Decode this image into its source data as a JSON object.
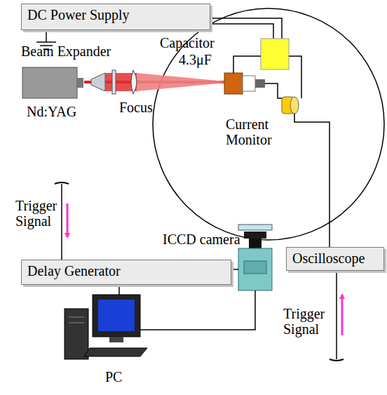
{
  "diagram": {
    "nodes": [
      {
        "text": [
          "DC Power Supply"
        ]
      },
      {
        "text": [
          "Delay Generator"
        ]
      },
      {
        "text": [
          "Oscilloscope"
        ]
      }
    ],
    "labels": [
      "Beam Expander",
      "Nd:YAG",
      "Focus",
      "Capacitor",
      "4.3μF",
      "Current Monitor",
      "Trigger Signal",
      "ICCD camera",
      "Trigger Signal",
      "PC"
    ]
  }
}
